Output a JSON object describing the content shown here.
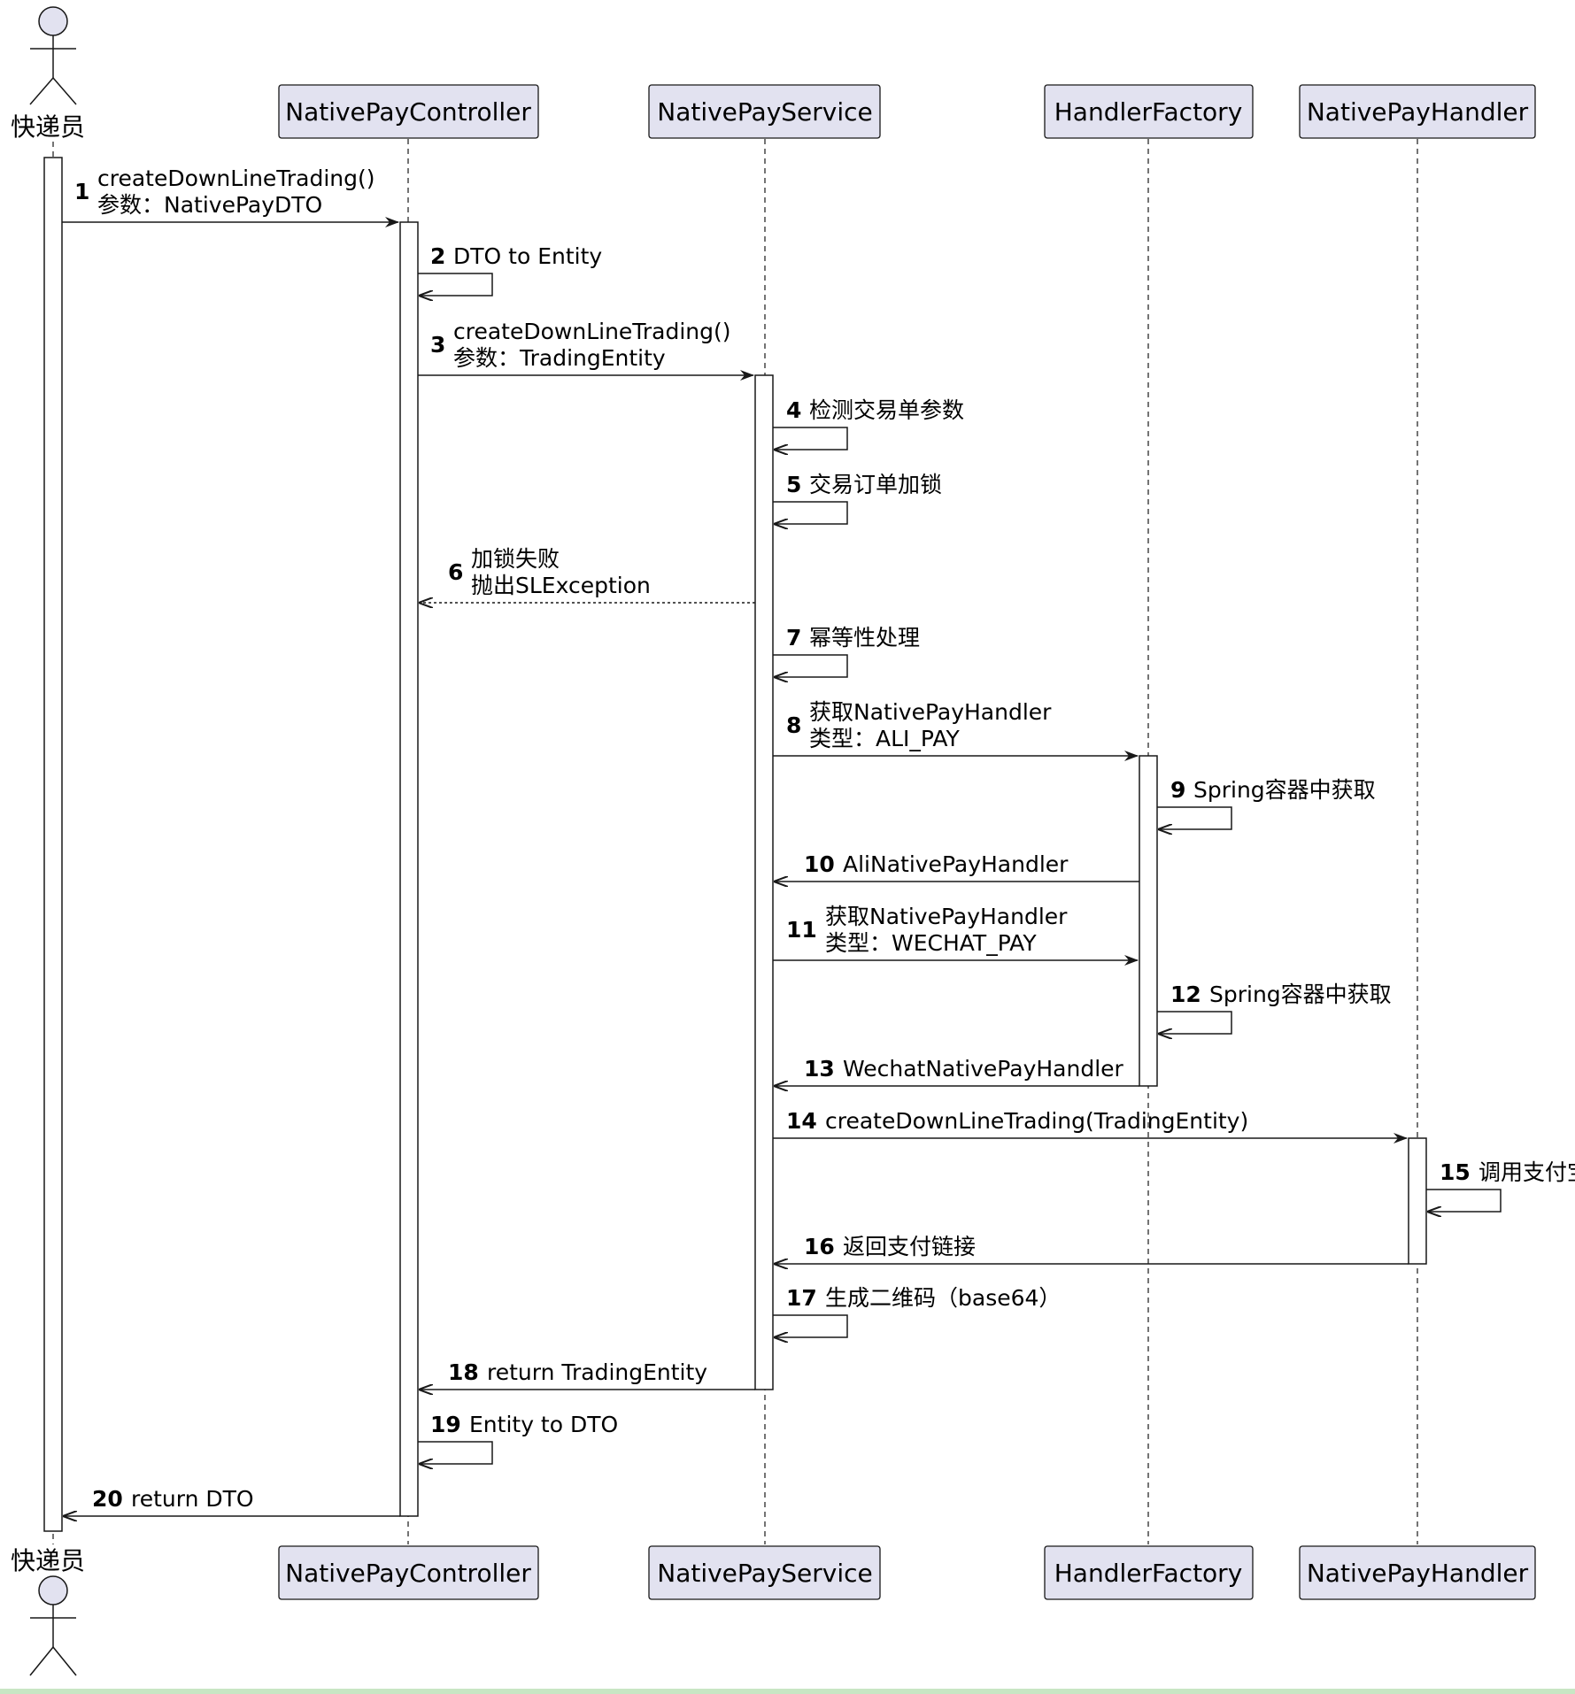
{
  "actor": {
    "name": "快递员"
  },
  "participants": [
    {
      "id": "controller",
      "name": "NativePayController"
    },
    {
      "id": "service",
      "name": "NativePayService"
    },
    {
      "id": "factory",
      "name": "HandlerFactory"
    },
    {
      "id": "handler",
      "name": "NativePayHandler"
    }
  ],
  "messages": [
    {
      "num": "1",
      "lines": [
        "createDownLineTrading()",
        "参数：NativePayDTO"
      ]
    },
    {
      "num": "2",
      "lines": [
        "DTO to Entity"
      ]
    },
    {
      "num": "3",
      "lines": [
        "createDownLineTrading()",
        "参数：TradingEntity"
      ]
    },
    {
      "num": "4",
      "lines": [
        "检测交易单参数"
      ]
    },
    {
      "num": "5",
      "lines": [
        "交易订单加锁"
      ]
    },
    {
      "num": "6",
      "lines": [
        "加锁失败",
        "抛出SLException"
      ]
    },
    {
      "num": "7",
      "lines": [
        "幂等性处理"
      ]
    },
    {
      "num": "8",
      "lines": [
        "获取NativePayHandler",
        "类型：ALI_PAY"
      ]
    },
    {
      "num": "9",
      "lines": [
        "Spring容器中获取"
      ]
    },
    {
      "num": "10",
      "lines": [
        "AliNativePayHandler"
      ]
    },
    {
      "num": "11",
      "lines": [
        "获取NativePayHandler",
        "类型：WECHAT_PAY"
      ]
    },
    {
      "num": "12",
      "lines": [
        "Spring容器中获取"
      ]
    },
    {
      "num": "13",
      "lines": [
        "WechatNativePayHandler"
      ]
    },
    {
      "num": "14",
      "lines": [
        "createDownLineTrading(TradingEntity)"
      ]
    },
    {
      "num": "15",
      "lines": [
        "调用支付宝"
      ]
    },
    {
      "num": "16",
      "lines": [
        "返回支付链接"
      ]
    },
    {
      "num": "17",
      "lines": [
        "生成二维码（base64）"
      ]
    },
    {
      "num": "18",
      "lines": [
        "return TradingEntity"
      ]
    },
    {
      "num": "19",
      "lines": [
        "Entity to DTO"
      ]
    },
    {
      "num": "20",
      "lines": [
        "return DTO"
      ]
    }
  ]
}
